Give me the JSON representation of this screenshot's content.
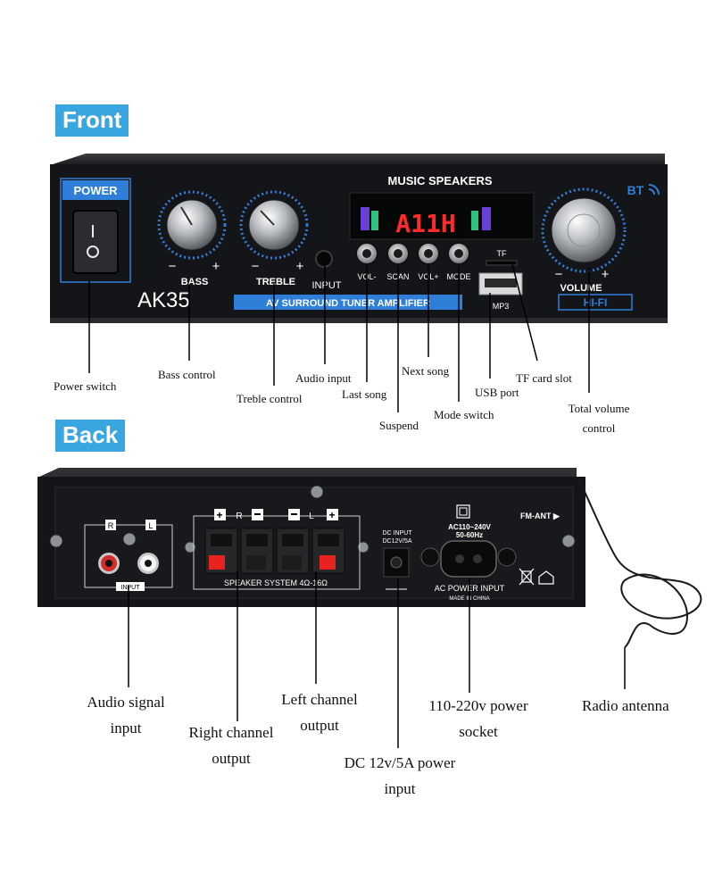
{
  "sections": {
    "front": "Front",
    "back": "Back"
  },
  "front_panel": {
    "power": "POWER",
    "header": "MUSIC SPEAKERS",
    "display": "A11H",
    "bt": "BT",
    "bass": "BASS",
    "treble": "TREBLE",
    "input": "INPUT",
    "minus": "−",
    "plus": "+",
    "vol_minus": "VOL-",
    "scan": "SCAN",
    "vol_plus": "VOL+",
    "mode": "MODE",
    "tf": "TF",
    "mp3": "MP3",
    "volume": "VOLUME",
    "hifi": "HI-FI",
    "model": "AK35",
    "strip": "AV SURROUND TUNER AMPLIFIER"
  },
  "back_panel": {
    "r": "R",
    "l": "L",
    "input_tag": "INPUT",
    "speaker_r": "R",
    "speaker_l": "L",
    "speaker_system": "SPEAKER SYSTEM 4Ω-16Ω",
    "dc_input": "DC INPUT",
    "dc_spec": "DC12V/5A",
    "ac_spec": "AC110~240V",
    "ac_freq": "50-60Hz",
    "ac_power_input": "AC POWER INPUT",
    "made_in": "MADE IN CHINA",
    "fm_ant": "FM-ANT ▶"
  },
  "front_labels": {
    "power_switch": "Power switch",
    "bass_control": "Bass control",
    "treble_control": "Treble control",
    "audio_input": "Audio input",
    "last_song": "Last song",
    "suspend": "Suspend",
    "next_song": "Next song",
    "mode_switch": "Mode switch",
    "usb_port": "USB port",
    "tf_card_slot": "TF card slot",
    "total_volume_1": "Total volume",
    "total_volume_2": "control"
  },
  "back_labels": {
    "audio_signal_1": "Audio signal",
    "audio_signal_2": "input",
    "right_channel_1": "Right channel",
    "right_channel_2": "output",
    "left_channel_1": "Left channel",
    "left_channel_2": "output",
    "dc_power_1": "DC 12v/5A power",
    "dc_power_2": "input",
    "ac_socket_1": "110-220v power",
    "ac_socket_2": "socket",
    "radio_antenna": "Radio antenna"
  },
  "colors": {
    "tag_bg": "#3aa6df",
    "panel": "#141518",
    "display_red": "#ff2a2a",
    "accent_blue": "#2f7fd8"
  }
}
